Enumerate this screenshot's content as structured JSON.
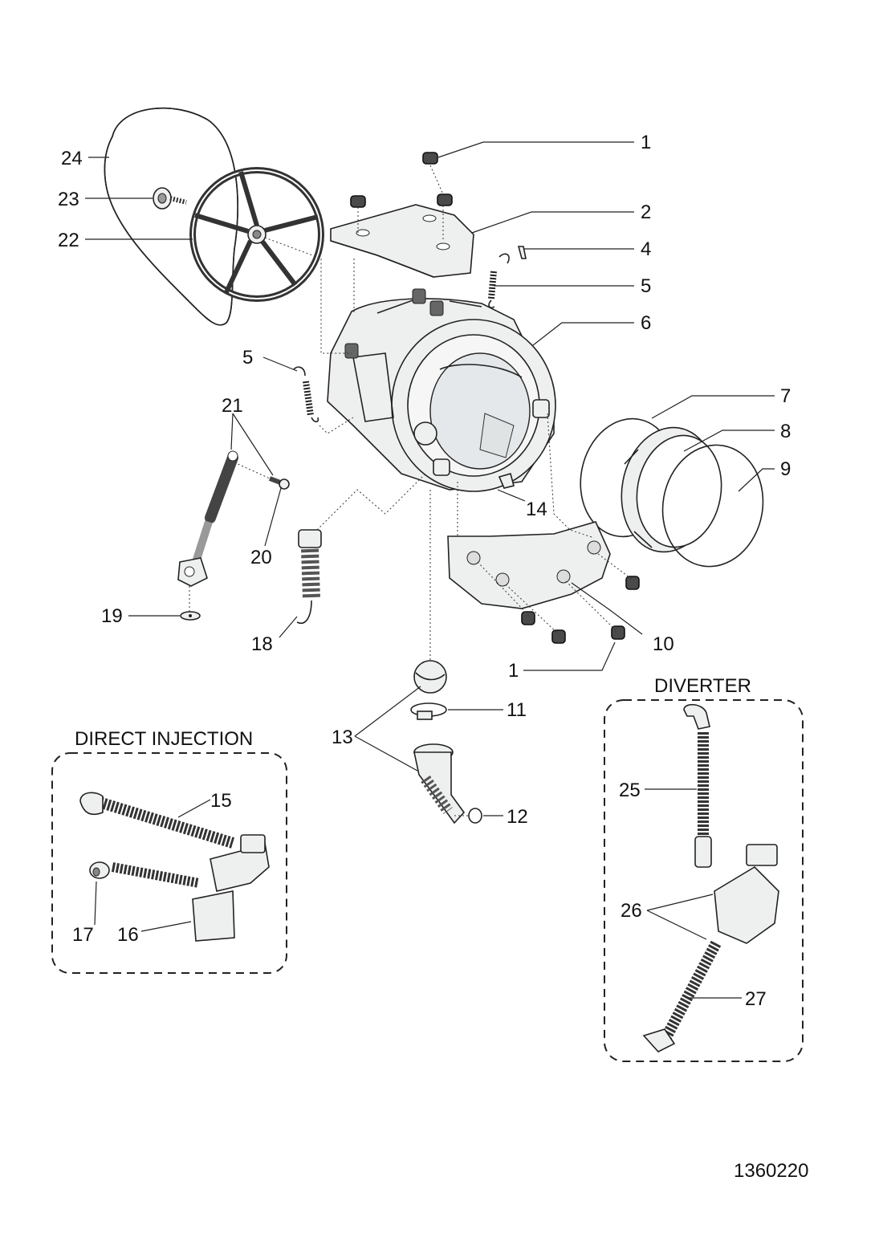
{
  "callouts": {
    "c1a": "1",
    "c1b": "1",
    "c2": "2",
    "c4": "4",
    "c5a": "5",
    "c5b": "5",
    "c6": "6",
    "c7": "7",
    "c8": "8",
    "c9": "9",
    "c10": "10",
    "c11": "11",
    "c12": "12",
    "c13": "13",
    "c14": "14",
    "c15": "15",
    "c16": "16",
    "c17": "17",
    "c18": "18",
    "c19": "19",
    "c20": "20",
    "c21": "21",
    "c22": "22",
    "c23": "23",
    "c24": "24",
    "c25": "25",
    "c26": "26",
    "c27": "27"
  },
  "groups": {
    "direct_injection": "DIRECT INJECTION",
    "diverter": "DIVERTER"
  },
  "document_number": "1360220"
}
